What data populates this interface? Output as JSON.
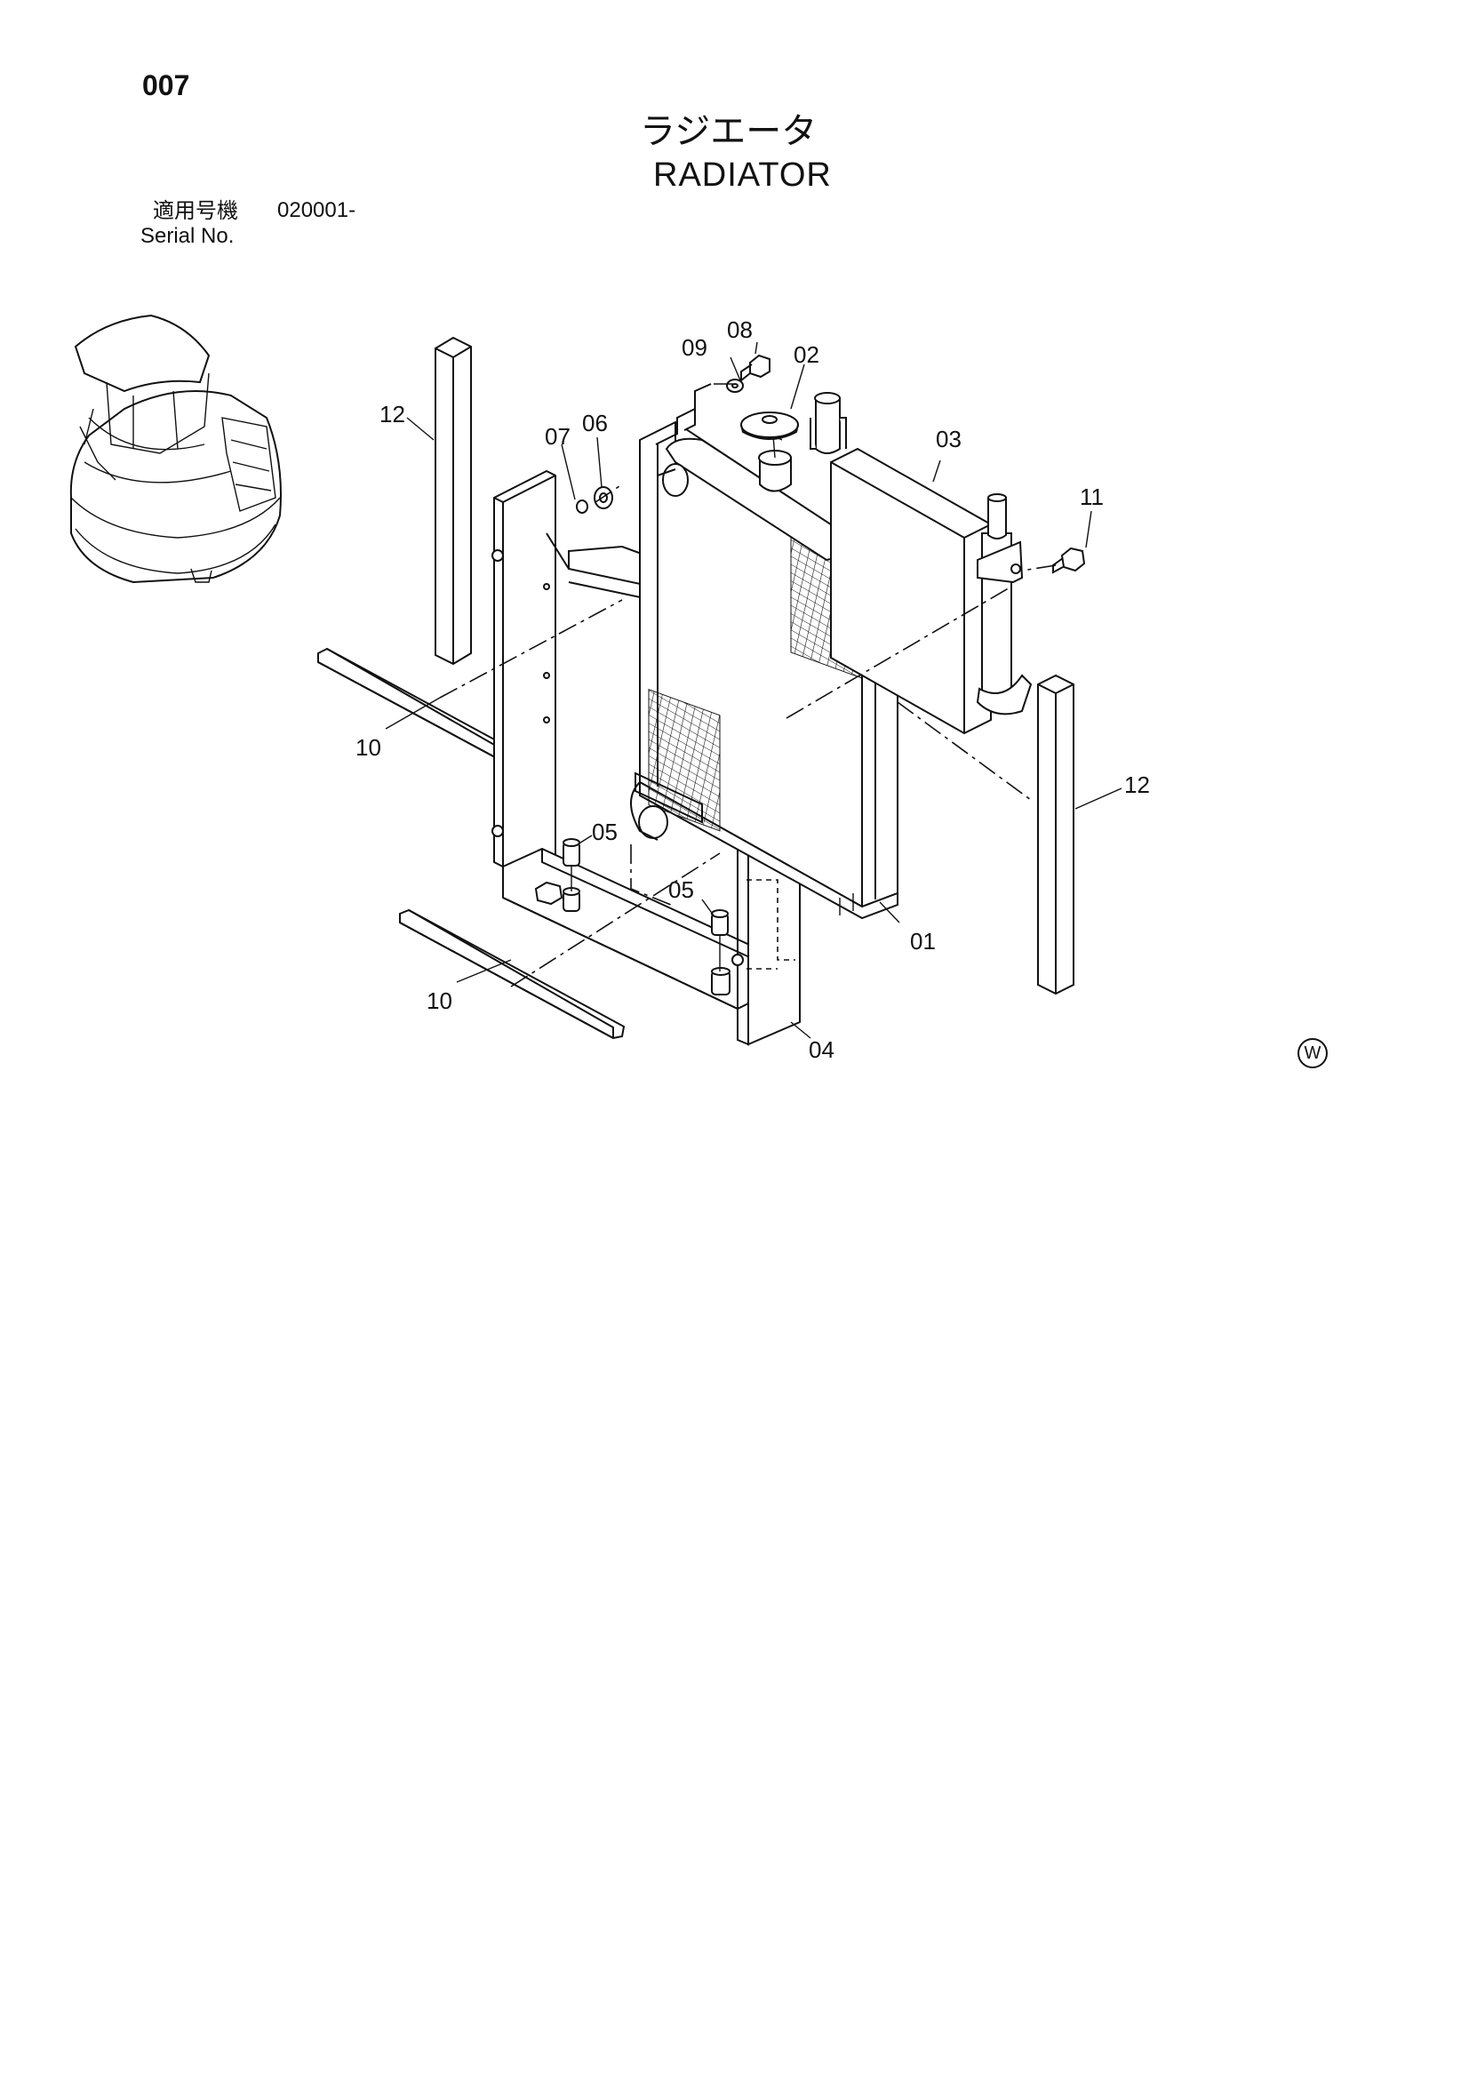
{
  "header": {
    "page_number": "007",
    "title_ja": "ラジエータ",
    "title_en": "RADIATOR",
    "serial_label_ja": "適用号機",
    "serial_value": "020001-",
    "serial_label_en": "Serial No."
  },
  "callouts": [
    "01",
    "02",
    "03",
    "04",
    "05",
    "05",
    "06",
    "07",
    "08",
    "09",
    "10",
    "10",
    "11",
    "12",
    "12"
  ],
  "corner_mark": "W"
}
